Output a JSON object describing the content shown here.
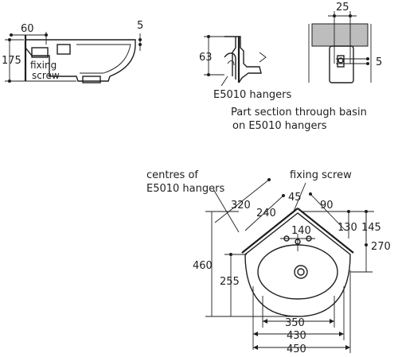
{
  "side_view": {
    "dim_width": "60",
    "dim_rim": "5",
    "dim_height": "175",
    "label_fixing_line1": "fixing",
    "label_fixing_line2": "screw"
  },
  "hanger_section": {
    "dim_height": "63",
    "label_hangers": "E5010 hangers",
    "caption_line1": "Part section through basin",
    "caption_line2": "on E5010 hangers"
  },
  "hanger_front": {
    "dim_width": "25",
    "dim_offset": "5"
  },
  "plan_view": {
    "label_centres_line1": "centres of",
    "label_centres_line2": "E5010 hangers",
    "label_fixing_screw": "fixing screw",
    "dim_320": "320",
    "dim_240": "240",
    "dim_45": "45",
    "dim_90": "90",
    "dim_140": "140",
    "dim_130": "130",
    "dim_145": "145",
    "dim_270": "270",
    "dim_460": "460",
    "dim_255": "255",
    "dim_350": "350",
    "dim_430": "430",
    "dim_450": "450"
  }
}
